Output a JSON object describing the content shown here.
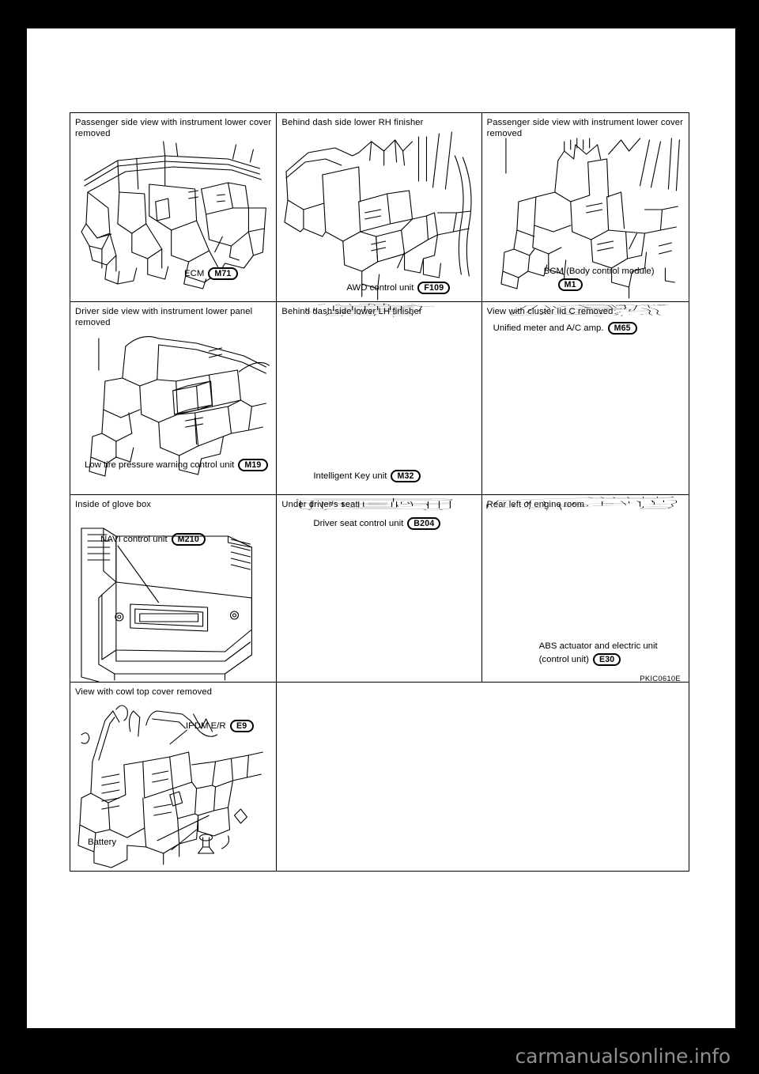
{
  "document": {
    "figure_code": "PKIC0610E",
    "watermark": "carmanualsonline.info"
  },
  "grid": {
    "rows": [
      {
        "cells": [
          {
            "caption": "Passenger side view with instrument lower cover removed",
            "callouts": [
              {
                "label": "ECM",
                "connector": "M71"
              }
            ],
            "art": "instrument-panel-passenger-ecm"
          },
          {
            "caption": "Behind dash side lower RH finisher",
            "callouts": [
              {
                "label": "AWD control unit",
                "connector": "F109"
              }
            ],
            "art": "dash-side-rh-awd"
          },
          {
            "caption": "Passenger side view with instrument lower cover removed",
            "callouts": [
              {
                "label": "BCM (Body control module)",
                "connector": "M1"
              }
            ],
            "art": "passenger-side-bcm"
          }
        ]
      },
      {
        "cells": [
          {
            "caption": "Driver side view with instrument lower panel removed",
            "callouts": [
              {
                "label": "Low tire pressure warning control unit",
                "connector": "M19"
              }
            ],
            "art": "driver-side-tire-pressure"
          },
          {
            "caption": "Behind dash side lower LH finisher",
            "callouts": [
              {
                "label": "Intelligent Key unit",
                "connector": "M32"
              }
            ],
            "art": "dash-side-lh-ikey"
          },
          {
            "caption": "View with cluster lid C removed",
            "callouts": [
              {
                "label": "Unified meter and A/C amp.",
                "connector": "M65"
              }
            ],
            "art": "cluster-lid-c-meter"
          }
        ]
      },
      {
        "cells": [
          {
            "caption": "Inside of glove box",
            "callouts": [
              {
                "label": "NAVI control unit",
                "connector": "M210"
              }
            ],
            "art": "glove-box-navi"
          },
          {
            "caption": "Under driver's seat",
            "callouts": [
              {
                "label": "Driver seat control unit",
                "connector": "B204"
              }
            ],
            "art": "driver-seat-control"
          },
          {
            "caption": "Rear left of engine room",
            "callouts": [
              {
                "label": "ABS actuator and electric unit",
                "label2": "(control unit)",
                "connector": "E30"
              }
            ],
            "art": "engine-room-abs"
          }
        ]
      },
      {
        "cells": [
          {
            "caption": "View with cowl top cover removed",
            "callouts": [
              {
                "label": "IPDM E/R",
                "connector": "E9"
              },
              {
                "label": "Battery",
                "connector": ""
              }
            ],
            "art": "cowl-top-ipdm-battery"
          },
          {
            "caption": "",
            "callouts": [],
            "art": ""
          }
        ]
      }
    ]
  }
}
